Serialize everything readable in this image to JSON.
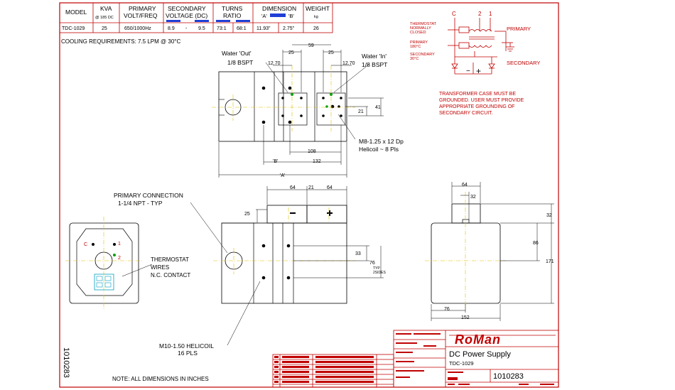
{
  "spec_table": {
    "headers": {
      "model": "MODEL",
      "kva": "KVA",
      "kva_sub": "@ 185 DC",
      "primary_1": "PRIMARY",
      "primary_2": "VOLT/FREQ",
      "secondary_1": "SECONDARY",
      "secondary_2": "VOLTAGE (DC)",
      "turns_1": "TURNS",
      "turns_2": "RATIO",
      "dimension": "DIMENSION",
      "dim_a": "'A'",
      "dim_b": "'B'",
      "weight": "WEIGHT",
      "weight_unit": "kg"
    },
    "row": {
      "model": "TDC-1029",
      "kva": "25",
      "primary": "650/1000Hz",
      "sec_low": "8.9",
      "sec_dash": "-",
      "sec_high": "9.5",
      "turns_a": "73:1",
      "turns_b": "68:1",
      "dim_a": "11.93\"",
      "dim_b": "2.75\"",
      "weight": "26"
    }
  },
  "cooling": "COOLING REQUIREMENTS: 7.5 LPM @ 30°C",
  "top_view": {
    "water_out_1": "Water 'Out'",
    "water_out_2": "1/8 BSPT",
    "water_in_1": "Water 'In'",
    "water_in_2": "1/8 BSPT",
    "d_25a": "25",
    "d_59": "59",
    "d_25b": "25",
    "d_1270a": "12.70",
    "d_1270b": "12.70",
    "d_41": "41",
    "d_21": "21",
    "d_108": "108",
    "d_132": "132",
    "d_b": "'B'",
    "d_a": "'A'",
    "helicoil_1": "M8-1.25 x 12 Dp",
    "helicoil_2": "Helicoil ~ 8 Pls"
  },
  "schematic": {
    "c": "C",
    "n2": "2",
    "n1": "1",
    "thermo_1": "THERMOSTAT",
    "thermo_2": "NORMALLY",
    "thermo_3": "CLOSED",
    "primary_1": "PRIMARY",
    "primary_2": "180°C",
    "secondary_1": "SECONDARY",
    "secondary_2": "30°C",
    "label_primary": "PRIMARY",
    "label_secondary": "SECONDARY",
    "minus": "−",
    "plus": "+",
    "warning": [
      "TRANSFORMER CASE MUST BE",
      "GROUNDED.  USER MUST PROVIDE",
      "APPROPRIATE GROUNDING OF",
      "SECONDARY CIRCUIT."
    ]
  },
  "front_view": {
    "primary_conn_1": "PRIMARY CONNECTION",
    "primary_conn_2": "1-1/4 NPT - TYP",
    "d_64a": "64",
    "d_21": "21",
    "d_64b": "64",
    "d_25": "25",
    "d_33": "33",
    "d_76": "76",
    "d_typ": "TYP",
    "d_2sides": "2SIDES",
    "helicoil_1": "M10-1.50 HELICOIL",
    "helicoil_2": "16 PLS"
  },
  "end_view": {
    "c": "C",
    "n1": "1",
    "n2": "2",
    "thermo_1": "THERMOSTAT",
    "thermo_2": "WIRES",
    "thermo_3": "N.C. CONTACT"
  },
  "side_view": {
    "d_64": "64",
    "d_32a": "32",
    "d_32b": "32",
    "d_86": "86",
    "d_171": "171",
    "d_76": "76",
    "d_152": "152"
  },
  "title_block": {
    "logo": "RoMan",
    "product": "DC Power Supply",
    "model": "TDC-1029",
    "drawing_no": "1010283",
    "side_no": "1010283",
    "note": "NOTE: ALL DIMENSIONS IN INCHES"
  }
}
